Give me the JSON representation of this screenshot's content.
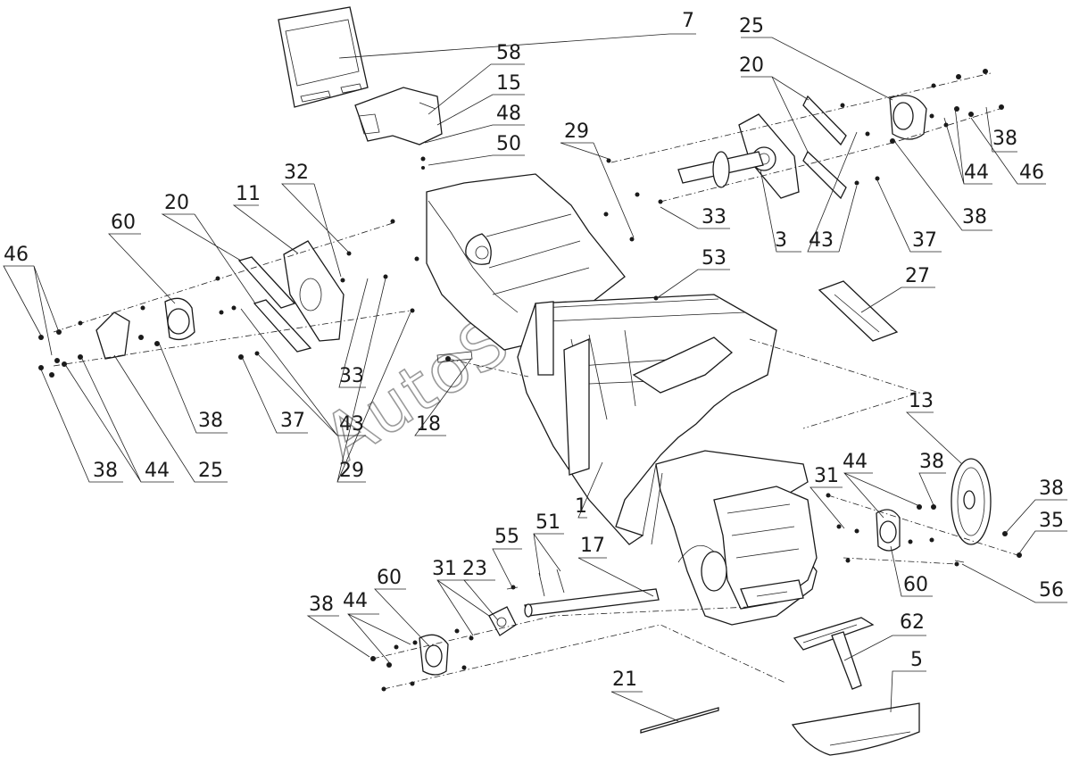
{
  "watermark": "AutoSoft",
  "callouts": {
    "c7": "7",
    "c58": "58",
    "c15": "15",
    "c48": "48",
    "c50": "50",
    "c29a": "29",
    "c25a": "25",
    "c20a": "20",
    "c38a": "38",
    "c44a": "44",
    "c46a": "46",
    "c33a": "33",
    "c3": "3",
    "c43a": "43",
    "c37a": "37",
    "c38b": "38",
    "c32": "32",
    "c11": "11",
    "c20b": "20",
    "c60a": "60",
    "c46b": "46",
    "c53": "53",
    "c27": "27",
    "c38c": "38",
    "c37b": "37",
    "c33b": "33",
    "c43b": "43",
    "c18": "18",
    "c38d": "38",
    "c44b": "44",
    "c25b": "25",
    "c29b": "29",
    "c13": "13",
    "c1": "1",
    "c31a": "31",
    "c44c": "44",
    "c38e": "38",
    "c38f": "38",
    "c35": "35",
    "c60b": "60",
    "c56": "56",
    "c55": "55",
    "c51": "51",
    "c17": "17",
    "c23": "23",
    "c31b": "31",
    "c60c": "60",
    "c44d": "44",
    "c38g": "38",
    "c62": "62",
    "c5": "5",
    "c21": "21"
  }
}
